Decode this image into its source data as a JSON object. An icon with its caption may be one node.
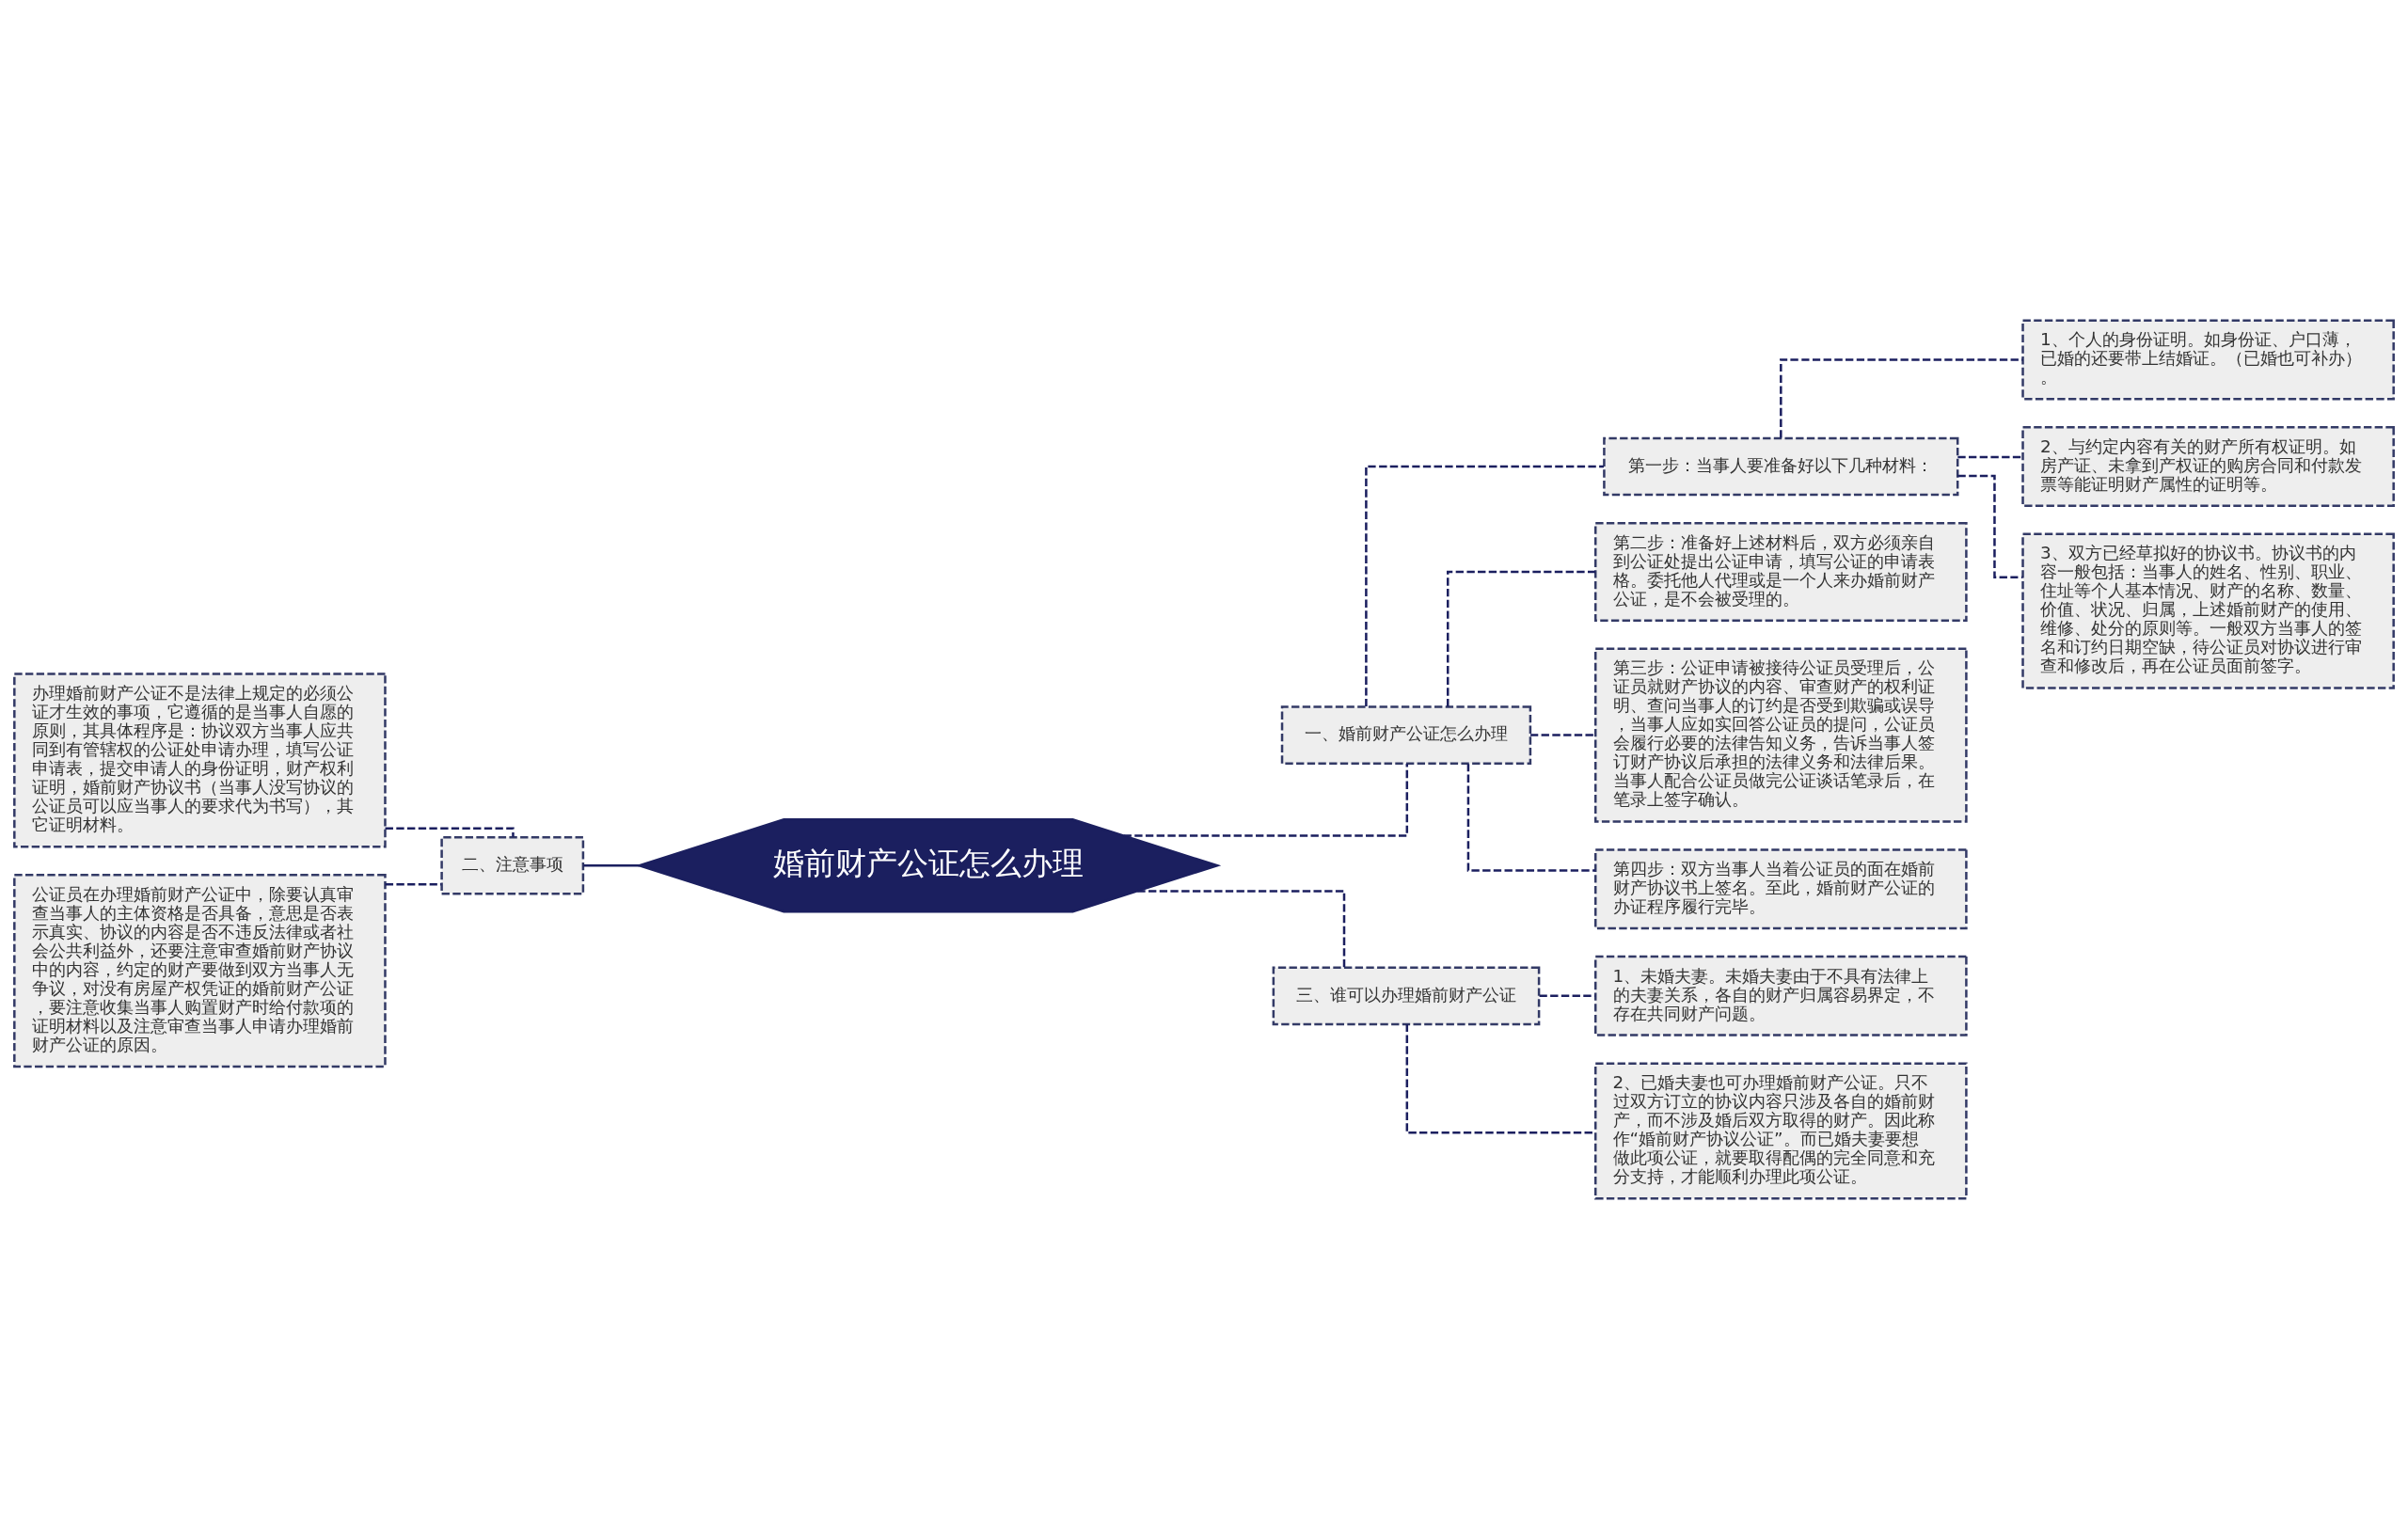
{
  "diagram": {
    "nodes": [
      {
        "text": [
          "婚前财产公证怎么办理"
        ]
      },
      {
        "text": [
          "一、婚前财产公证怎么办理"
        ]
      },
      {
        "text": [
          "第一步：当事人要准备好以下几种材料："
        ]
      },
      {
        "text": [
          "1、个人的身份证明。如身份证、户口薄，已婚的还要带上结婚证。（已婚也可补办）。"
        ]
      },
      {
        "text": [
          "2、与约定内容有关的财产所有权证明。如房产证、未拿到产权证的购房合同和付款发票等能证明财产属性的证明等。"
        ]
      },
      {
        "text": [
          "3、双方已经草拟好的协议书。协议书的内容一般包括：当事人的姓名、性别、职业、住址等个人基本情况、财产的名称、数量、价值、状况、归属，上述婚前财产的使用、维修、处分的原则等。一般双方当事人的签名和订约日期空缺，待公证员对协议进行审查和修改后，再在公证员面前签字。"
        ]
      },
      {
        "text": [
          "第二步：准备好上述材料后，双方必须亲自到公证处提出公证申请，填写公证的申请表格。委托他人代理或是一个人来办婚前财产公证，是不会被受理的。"
        ]
      },
      {
        "text": [
          "第三步：公证申请被接待公证员受理后，公证员就财产协议的内容、审查财产的权利证明、查问当事人的订约是否受到欺骗或误导，当事人应如实回答公证员的提问，公证员会履行必要的法律告知义务，告诉当事人签订财产协议后承担的法律义务和法律后果。当事人配合公证员做完公证谈话笔录后，在笔录上签字确认。"
        ]
      },
      {
        "text": [
          "第四步：双方当事人当着公证员的面在婚前财产协议书上签名。至此，婚前财产公证的办证程序履行完毕。"
        ]
      },
      {
        "text": [
          "三、谁可以办理婚前财产公证"
        ]
      },
      {
        "text": [
          "1、未婚夫妻。未婚夫妻由于不具有法律上的夫妻关系，各自的财产归属容易界定，不存在共同财产问题。"
        ]
      },
      {
        "text": [
          "2、已婚夫妻也可办理婚前财产公证。只不过双方订立的协议内容只涉及各自的婚前财产，而不涉及婚后双方取得的财产。因此称作“婚前财产协议公证”。而已婚夫妻要想做此项公证，就要取得配偶的完全同意和充分支持，才能顺利办理此项公证。"
        ]
      },
      {
        "text": [
          "二、注意事项"
        ]
      },
      {
        "text": [
          "办理婚前财产公证不是法律上规定的必须公证才生效的事项，它遵循的是当事人自愿的原则，其具体程序是：协议双方当事人应共同到有管辖权的公证处申请办理，填写公证申请表，提交申请人的身份证明，财产权利证明，婚前财产协议书（当事人没写协议的公证员可以应当事人的要求代为书写），其它证明材料。"
        ]
      },
      {
        "text": [
          "公证员在办理婚前财产公证中，除要认真审查当事人的主体资格是否具备，意思是否表示真实、协议的内容是否不违反法律或者社会公共利益外，还要注意审查婚前财产协议中的内容，约定的财产要做到双方当事人无争议，对没有房屋产权凭证的婚前财产公证，要注意收集当事人购置财产时给付款项的证明材料以及注意审查当事人申请办理婚前财产公证的原因。"
        ]
      }
    ],
    "edges": [
      {
        "from": 0,
        "to": 1,
        "arrow": "none",
        "style": "dashed"
      },
      {
        "from": 1,
        "to": 2,
        "arrow": "none",
        "style": "dashed"
      },
      {
        "from": 2,
        "to": 3,
        "arrow": "none",
        "style": "dashed"
      },
      {
        "from": 2,
        "to": 4,
        "arrow": "none",
        "style": "dashed"
      },
      {
        "from": 2,
        "to": 5,
        "arrow": "none",
        "style": "dashed"
      },
      {
        "from": 1,
        "to": 6,
        "arrow": "none",
        "style": "dashed"
      },
      {
        "from": 1,
        "to": 7,
        "arrow": "none",
        "style": "dashed"
      },
      {
        "from": 1,
        "to": 8,
        "arrow": "none",
        "style": "dashed"
      },
      {
        "from": 0,
        "to": 9,
        "arrow": "none",
        "style": "dashed"
      },
      {
        "from": 9,
        "to": 10,
        "arrow": "none",
        "style": "dashed"
      },
      {
        "from": 9,
        "to": 11,
        "arrow": "none",
        "style": "dashed"
      },
      {
        "from": 0,
        "to": 12,
        "arrow": "none"
      },
      {
        "from": 12,
        "to": 13,
        "arrow": "none",
        "style": "dashed"
      },
      {
        "from": 12,
        "to": 14,
        "arrow": "none",
        "style": "dashed"
      }
    ]
  }
}
